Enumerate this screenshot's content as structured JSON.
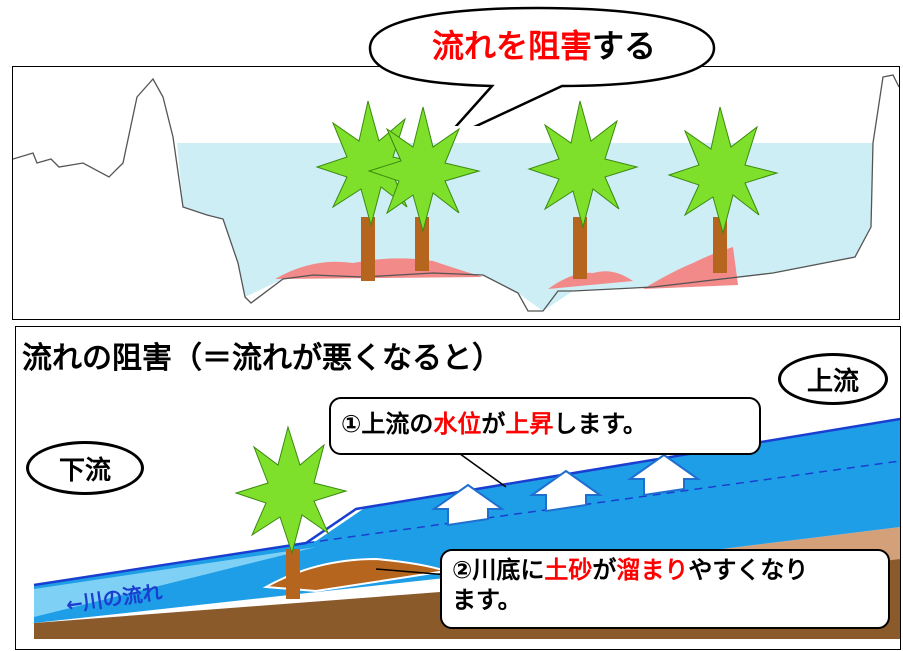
{
  "top_panel": {
    "speech_bubble": {
      "part1": "流れを阻害",
      "part2": "する"
    }
  },
  "bottom_panel": {
    "heading": "流れの阻害（＝流れが悪くなると）",
    "upstream": "上流",
    "downstream": "下流",
    "river_flow": "←川の流れ",
    "callout1": {
      "prefix": "①上流の",
      "red1": "水位",
      "mid": "が",
      "red2": "上昇",
      "suffix": "します。"
    },
    "callout2": {
      "prefix": "②川底に",
      "red1": "土砂",
      "mid": "が",
      "red2": "溜まり",
      "suffix": "やすくなり",
      "line2": "ます。"
    }
  },
  "colors": {
    "water": "#cdeef5",
    "sediment": "#f28a8a",
    "tree_leaf": "#7ee02a",
    "trunk": "#b5651d",
    "flow_blue": "#1a6fe0",
    "alert_red": "#ff0000"
  }
}
